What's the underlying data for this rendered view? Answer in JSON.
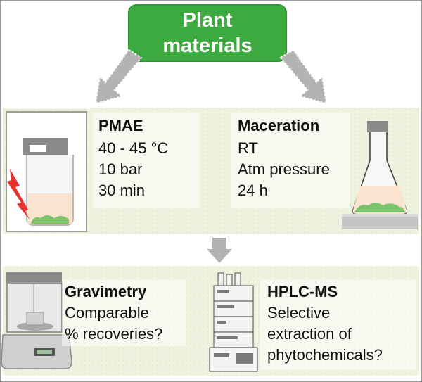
{
  "title": {
    "line1": "Plant",
    "line2": "materials"
  },
  "pmae": {
    "heading": "PMAE",
    "conditions": [
      "40 - 45 °C",
      "10 bar",
      "30 min"
    ]
  },
  "maceration": {
    "heading": "Maceration",
    "conditions": [
      "RT",
      "Atm pressure",
      "24 h"
    ]
  },
  "gravimetry": {
    "heading": "Gravimetry",
    "lines": [
      "Comparable",
      "% recoveries?"
    ]
  },
  "hplc": {
    "heading": "HPLC-MS",
    "lines": [
      "Selective",
      "extraction of",
      "phytochemicals?"
    ]
  },
  "colors": {
    "title_green": "#3daa3f",
    "band": "#eef3df",
    "arrow_grey": "#b3b3b3",
    "extract": "#fae3cf",
    "plant_green": "#7cc36b",
    "lightning": "#e8312d"
  },
  "icons": [
    "arrow-down-left",
    "arrow-down-right",
    "arrow-down",
    "microwave-vessel",
    "lightning",
    "erlenmeyer-flask",
    "hot-plate",
    "analytical-balance",
    "hplc-ms-instrument"
  ]
}
